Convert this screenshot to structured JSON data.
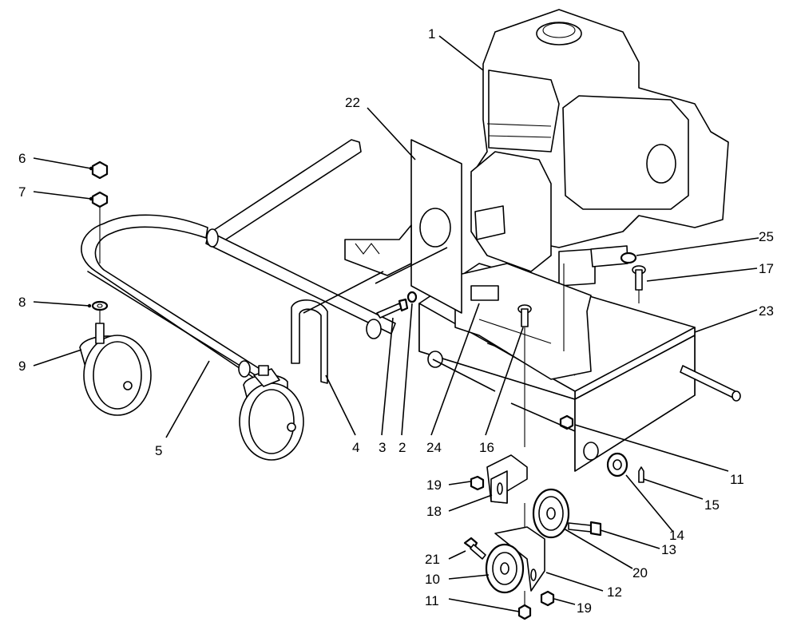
{
  "callouts": [
    {
      "id": "c1",
      "text": "1"
    },
    {
      "id": "c2",
      "text": "2"
    },
    {
      "id": "c3",
      "text": "3"
    },
    {
      "id": "c4",
      "text": "4"
    },
    {
      "id": "c5",
      "text": "5"
    },
    {
      "id": "c6",
      "text": "6"
    },
    {
      "id": "c7",
      "text": "7"
    },
    {
      "id": "c8",
      "text": "8"
    },
    {
      "id": "c9",
      "text": "9"
    },
    {
      "id": "c10",
      "text": "10"
    },
    {
      "id": "c11a",
      "text": "11"
    },
    {
      "id": "c11b",
      "text": "11"
    },
    {
      "id": "c12",
      "text": "12"
    },
    {
      "id": "c13",
      "text": "13"
    },
    {
      "id": "c14",
      "text": "14"
    },
    {
      "id": "c15",
      "text": "15"
    },
    {
      "id": "c16",
      "text": "16"
    },
    {
      "id": "c17",
      "text": "17"
    },
    {
      "id": "c18",
      "text": "18"
    },
    {
      "id": "c19a",
      "text": "19"
    },
    {
      "id": "c19b",
      "text": "19"
    },
    {
      "id": "c20",
      "text": "20"
    },
    {
      "id": "c21",
      "text": "21"
    },
    {
      "id": "c22",
      "text": "22"
    },
    {
      "id": "c23",
      "text": "23"
    },
    {
      "id": "c24",
      "text": "24"
    },
    {
      "id": "c25",
      "text": "25"
    }
  ]
}
